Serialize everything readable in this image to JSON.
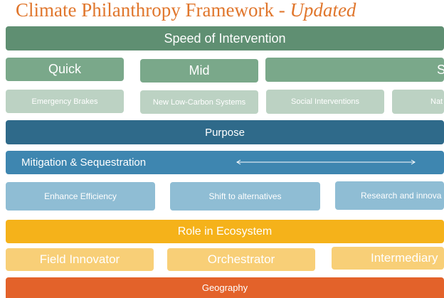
{
  "title": {
    "main": "Climate Philanthropy Framework - ",
    "emphasis": "Updated"
  },
  "speed": {
    "header": "Speed of Intervention",
    "categories": [
      "Quick",
      "Mid",
      "S"
    ],
    "items": [
      "Emergency Brakes",
      "New Low-Carbon Systems",
      "Social Interventions",
      "Nat"
    ]
  },
  "purpose": {
    "header": "Purpose",
    "subheader": "Mitigation & Sequestration",
    "items": [
      "Enhance Efficiency",
      "Shift to alternatives",
      "Research and innova"
    ]
  },
  "role": {
    "header": "Role in Ecosystem",
    "items": [
      "Field Innovator",
      "Orchestrator",
      "Intermediary"
    ]
  },
  "geography": {
    "header": "Geography"
  },
  "colors": {
    "title": "#e0762c",
    "green_dark": "#5f8f72",
    "green_mid": "#7aa88a",
    "green_light": "#bcd2c3",
    "blue_dark": "#2f6a8a",
    "blue_mid": "#3e86b0",
    "blue_light": "#8fbdd4",
    "yellow": "#f5b21a",
    "yellow_light": "#f8cf77",
    "orange": "#e3622a"
  }
}
